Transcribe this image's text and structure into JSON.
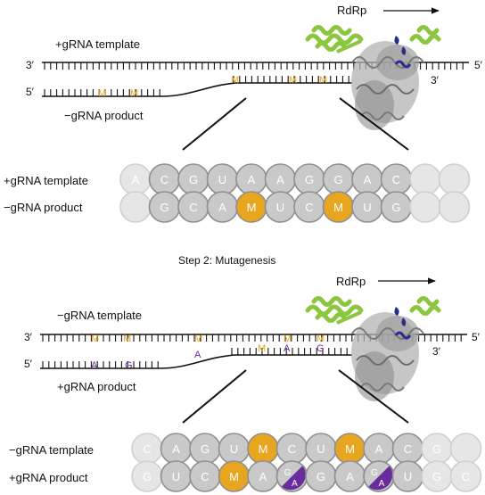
{
  "top_panel": {
    "rdrp_label": "RdRp",
    "upper_strand_label": "+gRNA template",
    "lower_strand_label": "−gRNA product",
    "end_3_upper": "3′",
    "end_5_upper": "5′",
    "end_5_lower": "5′",
    "end_3_lower": "3′",
    "modification_letter": "M",
    "upper_row_label": "+gRNA template",
    "lower_row_label": "−gRNA product",
    "upper_row": [
      "A",
      "C",
      "G",
      "U",
      "A",
      "A",
      "G",
      "G",
      "A",
      "C",
      "",
      ""
    ],
    "lower_row": [
      "",
      "G",
      "C",
      "A",
      "M",
      "U",
      "C",
      "M",
      "U",
      "G",
      "",
      ""
    ]
  },
  "step_title": "Step 2: Mutagenesis",
  "bottom_panel": {
    "rdrp_label": "RdRp",
    "upper_strand_label": "−gRNA template",
    "lower_strand_label": "+gRNA product",
    "end_3_upper": "3′",
    "end_5_upper": "5′",
    "end_5_lower": "5′",
    "end_3_lower": "3′",
    "modification_letter": "M",
    "mutation_letters": [
      "A",
      "G",
      "A",
      "A",
      "G"
    ],
    "upper_row_label": "−gRNA template",
    "lower_row_label": "+gRNA product",
    "upper_row": [
      "C",
      "A",
      "G",
      "U",
      "M",
      "C",
      "U",
      "M",
      "A",
      "C",
      "G",
      ""
    ],
    "lower_row": [
      "G",
      "U",
      "C",
      "M",
      "A",
      "G/A",
      "G",
      "A",
      "G/A",
      "U",
      "G",
      "C"
    ]
  },
  "colors": {
    "modified_base": "#e8a520",
    "mutation": "#6a2b9c",
    "strand": "#111111",
    "base_circle": "#a9a9a9",
    "protein_green": "#8cc63f",
    "protein_gray": "#9a9a9a",
    "protein_blue": "#2b2d8a"
  }
}
